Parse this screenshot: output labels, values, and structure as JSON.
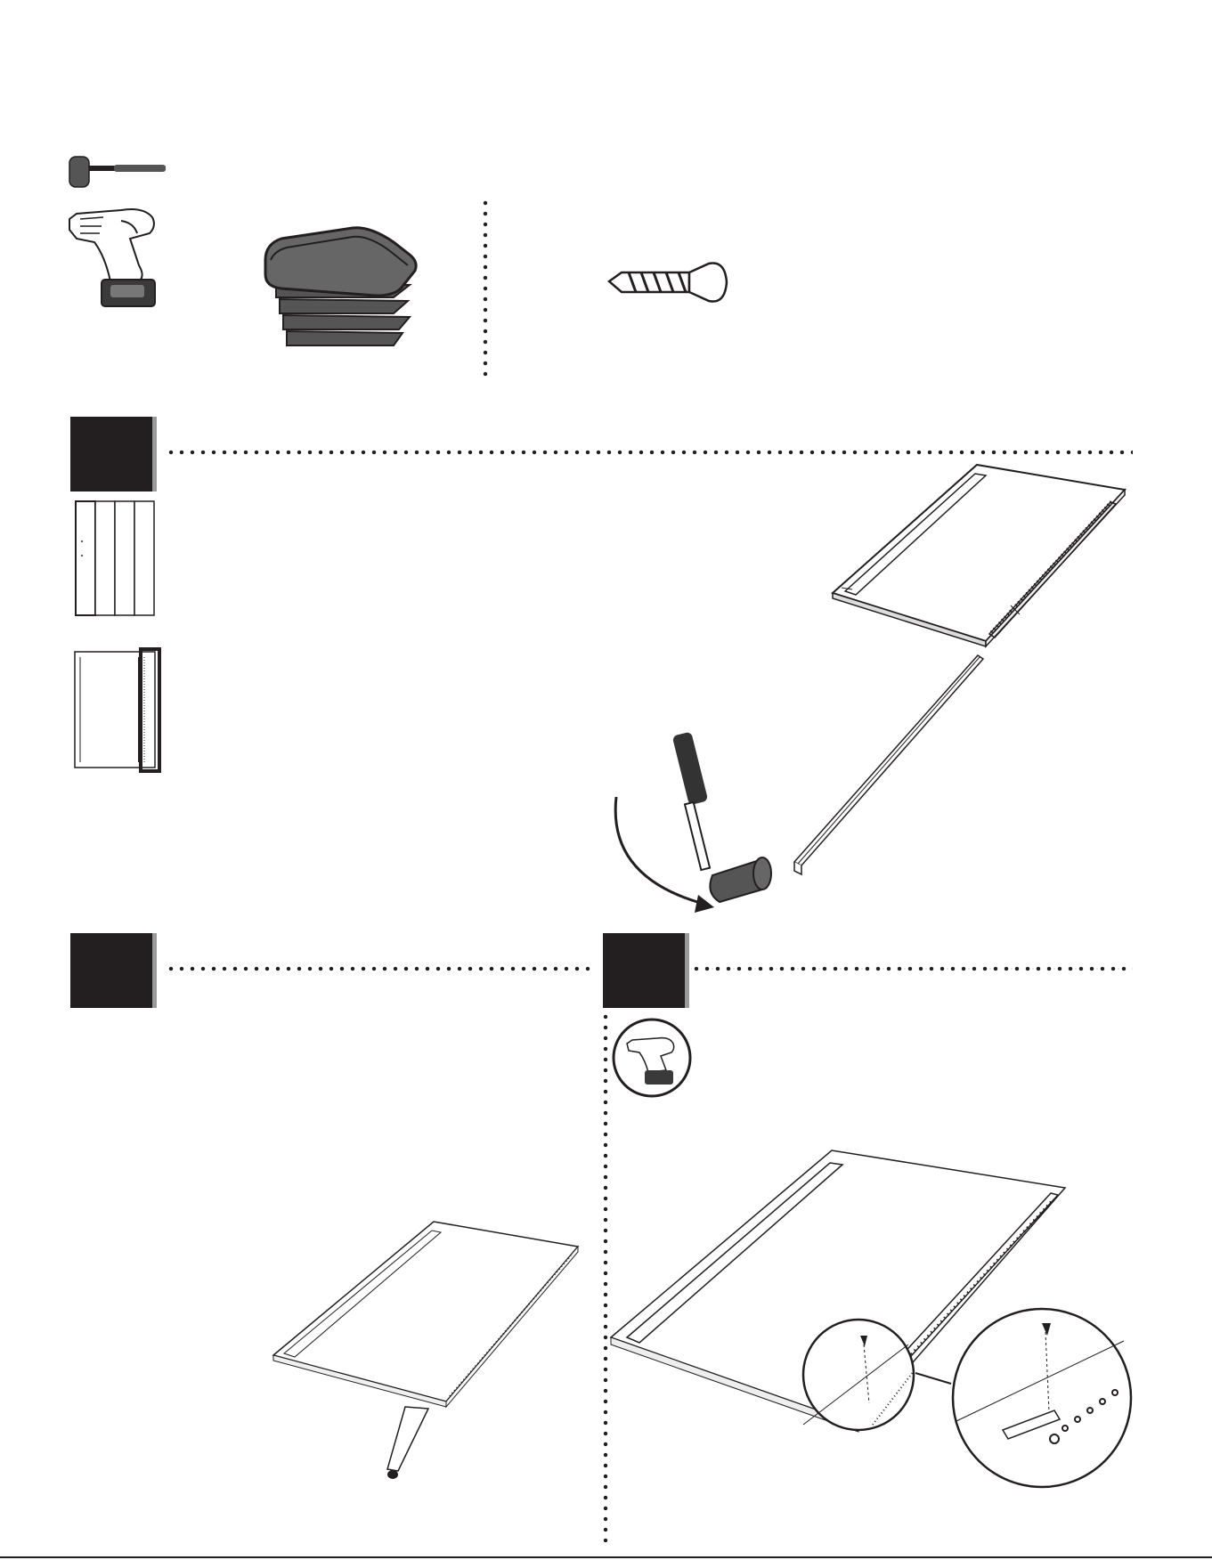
{
  "page": {
    "footer_text": "",
    "steps": [
      {
        "id": "step-a",
        "number": ""
      },
      {
        "id": "step-b",
        "number": ""
      },
      {
        "id": "step-c",
        "number": ""
      }
    ]
  },
  "tools": {
    "icons": [
      "mallet-icon",
      "drill-icon"
    ]
  },
  "hardware": {
    "items": [
      "end-cap-icon",
      "screw-icon"
    ]
  },
  "colors": {
    "ink": "#231f20",
    "shadow": "#9a9a9a",
    "fill_dark": "#4a4a4a"
  }
}
